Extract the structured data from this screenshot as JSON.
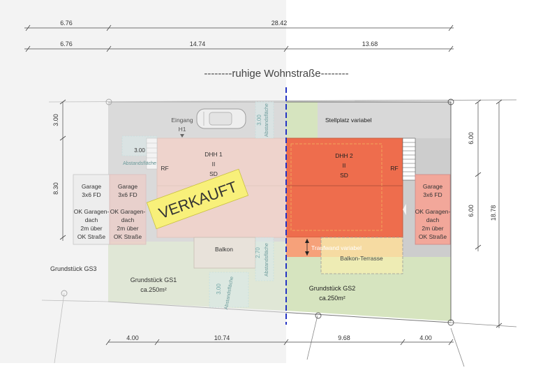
{
  "dimensions": {
    "top_row1": [
      "6.76",
      "28.42"
    ],
    "top_row2": [
      "6.76",
      "14.74",
      "13.68"
    ],
    "bottom": [
      "4.00",
      "10.74",
      "9.68",
      "4.00"
    ],
    "left": [
      "3.00",
      "8.30"
    ],
    "right_inner": [
      "6.00",
      "6.00"
    ],
    "right_total": "18.78",
    "setback_small": "3.00"
  },
  "street": "--------ruhige Wohnstraße--------",
  "house1": {
    "name": "DHH 1",
    "floors": "II",
    "roof": "SD",
    "status": "VERKAUFT",
    "rf": "RF",
    "entrance": "Eingang",
    "entrance_id": "H1",
    "balcony": "Balkon",
    "setback_label": "Abstandsfläche",
    "setback_value_1": "3.00",
    "setback_value_2": "2.70",
    "setback_value_3": "3.00"
  },
  "house2": {
    "name": "DHH 2",
    "floors": "II",
    "roof": "SD",
    "rf": "RF",
    "parking": "Stellplatz variabel",
    "eaves_wall": "Traufwand variabel",
    "terrace": "Balkon-Terrasse"
  },
  "garage_label": "Garage",
  "garage_size": "3x6 FD",
  "garage_note": [
    "OK Garagen-",
    "dach",
    "2m über",
    "OK Straße"
  ],
  "garage_note_b": [
    "OK Garagen-",
    "dach",
    "2m über",
    "OK Straße"
  ],
  "plots": {
    "gs3": "Grundstück GS3",
    "gs1": "Grundstück GS1",
    "gs1_area": "ca.250m²",
    "gs2": "Grundstück GS2",
    "gs2_area": "ca.250m²"
  },
  "colors": {
    "house1_fill": "#f3b8a8",
    "house2_fill": "#ee6d4d",
    "garage_fill": "#f2a79a",
    "garden_fill": "#d6e4bf",
    "paving_fill": "#c8c8c8",
    "terrace_fill": "#f5efb0",
    "sold_banner": "#f8f07a",
    "divider": "#2433c4",
    "overlay": "#e9e9e9"
  }
}
